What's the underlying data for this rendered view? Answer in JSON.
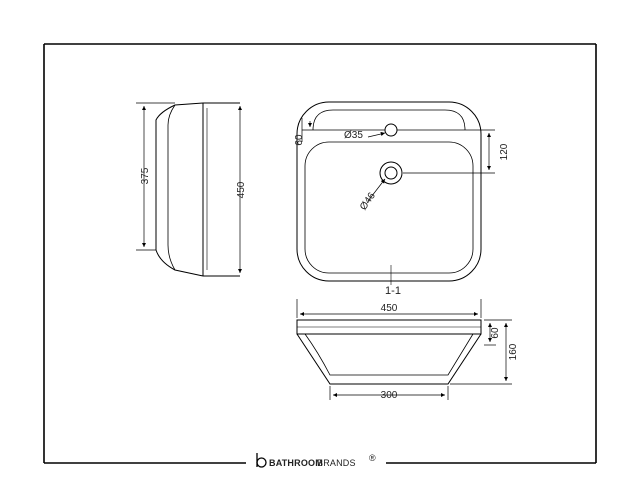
{
  "drawing": {
    "section_label": "1-1",
    "brand_name_bold": "BATHROOM",
    "brand_name_light": "BRANDS",
    "brand_mark": "®",
    "side_view": {
      "height_outer": "450",
      "height_inner": "375"
    },
    "plan_view": {
      "tap_hole": "Ø35",
      "waste_hole": "Ø46",
      "tap_offset": "60",
      "waste_offset": "120"
    },
    "section_view": {
      "top_width": "450",
      "base_width": "300",
      "rim_height": "60",
      "total_height": "160"
    }
  },
  "colors": {
    "line": "#000000",
    "text": "#222222"
  }
}
